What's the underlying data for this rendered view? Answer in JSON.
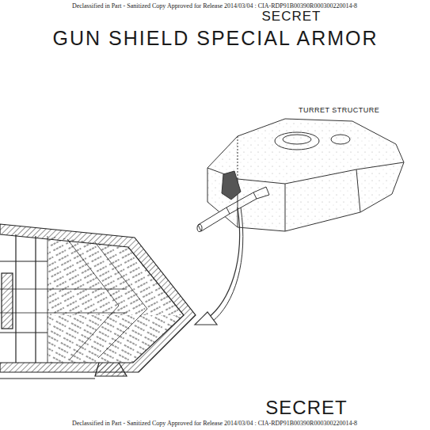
{
  "diagram": {
    "title": "GUN SHIELD SPECIAL ARMOR",
    "labels": [
      "Declassified in Part - Sanitized Copy Approved for Release 2014/03/04 : CIA-RDP91B00390R000300220014-8",
      "SECRET",
      "TURRET STRUCTURE",
      "SECRET",
      "Declassified in Part - Sanitized Copy Approved for Release 2014/03/04 : CIA-RDP91B00390R000300220014-8"
    ]
  }
}
